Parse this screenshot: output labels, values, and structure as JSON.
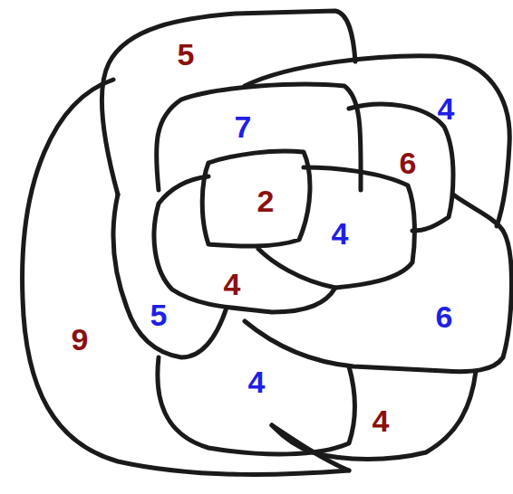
{
  "diagram": {
    "labels": [
      "5",
      "7",
      "4",
      "6",
      "2",
      "4",
      "4",
      "5",
      "9",
      "6",
      "4",
      "4"
    ]
  }
}
